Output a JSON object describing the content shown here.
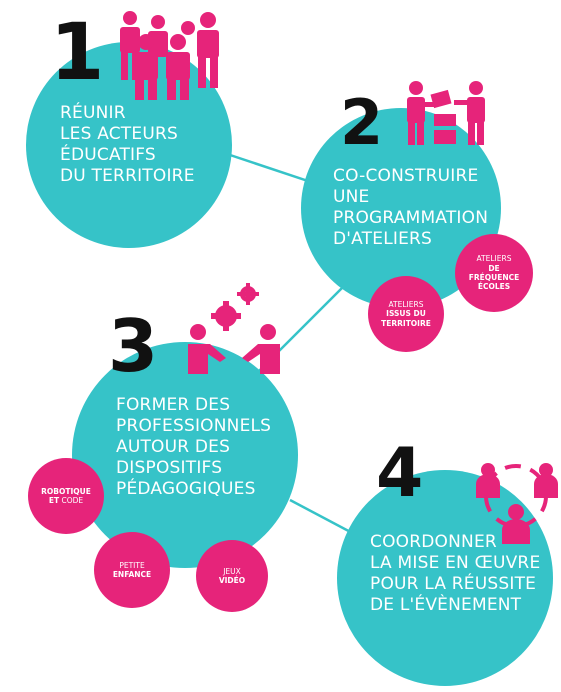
{
  "colors": {
    "teal": "#36c3c8",
    "pink": "#e6247a",
    "number": "#111111",
    "text": "#ffffff"
  },
  "steps": [
    {
      "number": "1",
      "lines": [
        "RÉUNIR",
        "LES ACTEURS",
        "ÉDUCATIFS",
        "DU TERRITOIRE"
      ],
      "icon": "people-group-icon"
    },
    {
      "number": "2",
      "lines": [
        "CO-CONSTRUIRE",
        "UNE",
        "PROGRAMMATION",
        "D'ATELIERS"
      ],
      "icon": "people-building-icon",
      "badges": [
        {
          "light": "ATELIERS",
          "bold": "DE FRÉQUENCE ÉCOLES"
        },
        {
          "light": "ATELIERS",
          "bold": "ISSUS DU TERRITOIRE"
        }
      ]
    },
    {
      "number": "3",
      "lines": [
        "FORMER DES",
        "PROFESSIONNELS",
        "AUTOUR DES",
        "DISPOSITIFS",
        "PÉDAGOGIQUES"
      ],
      "icon": "handshake-gears-icon",
      "badges": [
        {
          "bold": "ROBOTIQUE",
          "bold2": "ET",
          "light": "CODE"
        },
        {
          "light": "PETITE",
          "bold": "ENFANCE"
        },
        {
          "light": "JEUX",
          "bold": "VIDÉO"
        }
      ]
    },
    {
      "number": "4",
      "lines": [
        "COORDONNER",
        "LA MISE EN ŒUVRE",
        "POUR LA RÉUSSITE",
        "DE L'ÉVÈNEMENT"
      ],
      "icon": "people-cycle-icon"
    }
  ]
}
